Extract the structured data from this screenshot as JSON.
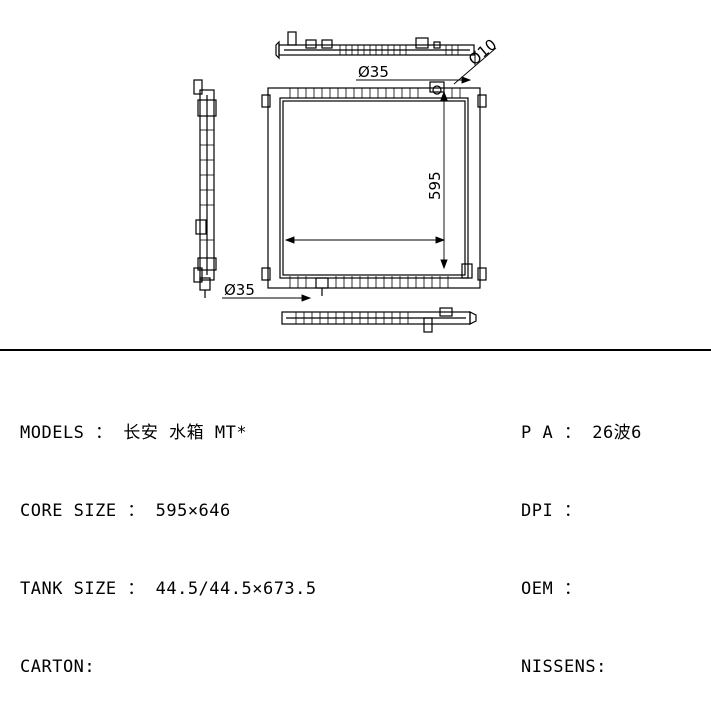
{
  "diagram": {
    "labels": {
      "top_pipe": "Ø35",
      "bottom_pipe": "Ø35",
      "small_pipe": "Ø10",
      "core_height": "595"
    }
  },
  "specs_left": [
    {
      "label": "MODELS ：",
      "value": "长安 水箱 MT*"
    },
    {
      "label": "CORE SIZE ：",
      "value": "595×646"
    },
    {
      "label": "TANK SIZE ：",
      "value": "44.5/44.5×673.5"
    },
    {
      "label": "CARTON:",
      "value": ""
    }
  ],
  "specs_right": [
    {
      "label": "P A ：",
      "value": "26波6"
    },
    {
      "label": "DPI ：",
      "value": ""
    },
    {
      "label": "OEM ：",
      "value": ""
    },
    {
      "label": "NISSENS:",
      "value": ""
    }
  ]
}
